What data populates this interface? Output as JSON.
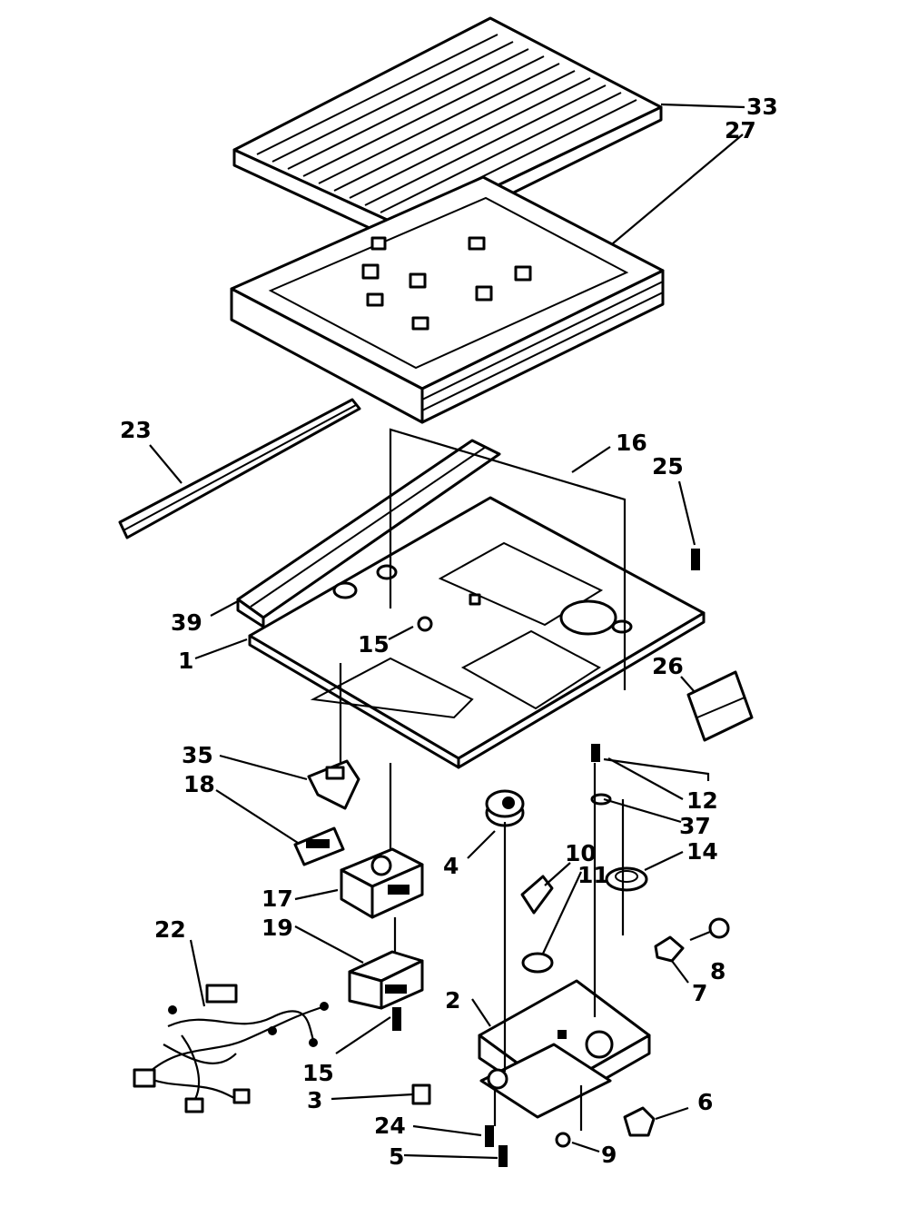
{
  "diagram": {
    "callouts": {
      "c33": "33",
      "c27": "27",
      "c23": "23",
      "c16": "16",
      "c25": "25",
      "c39": "39",
      "c15a": "15",
      "c1": "1",
      "c26": "26",
      "c35": "35",
      "c18": "18",
      "c12": "12",
      "c37": "37",
      "c4": "4",
      "c10": "10",
      "c11": "11",
      "c14": "14",
      "c17": "17",
      "c22": "22",
      "c19": "19",
      "c8": "8",
      "c7": "7",
      "c2": "2",
      "c15b": "15",
      "c3": "3",
      "c6": "6",
      "c24": "24",
      "c5": "5",
      "c9": "9"
    }
  }
}
